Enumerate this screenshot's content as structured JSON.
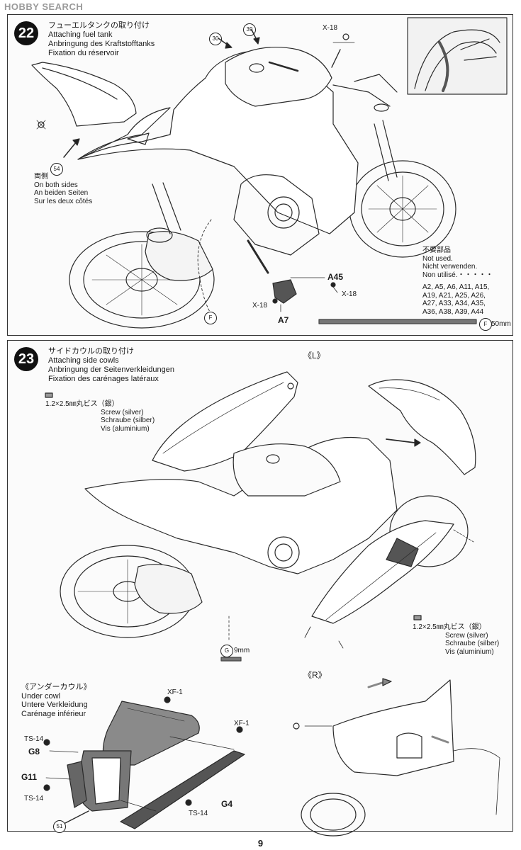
{
  "watermark": "HOBBY SEARCH",
  "step22": {
    "number": "22",
    "title_jp": "フューエルタンクの取り付け",
    "title_en": "Attaching fuel tank",
    "title_de": "Anbringung des Kraftstofftanks",
    "title_fr": "Fixation du réservoir",
    "both_sides_jp": "両側",
    "both_sides_en": "On both sides",
    "both_sides_de": "An beiden Seiten",
    "both_sides_fr": "Sur les deux côtés",
    "parts": {
      "p30": "30",
      "p39": "39",
      "p54": "54",
      "a45": "A45",
      "a7": "A7",
      "x18a": "X-18",
      "x18b": "X-18",
      "x18c": "X-18",
      "f": "F"
    },
    "unused_jp": "不要部品",
    "unused_en": "Not used.",
    "unused_de": "Nicht verwenden.",
    "unused_fr": "Non utilisé.・・・・・",
    "unused_list": [
      "A2, A5, A6, A11, A15,",
      "A19, A21, A25, A26,",
      "A27, A33, A34, A35,",
      "A36, A38, A39, A44"
    ],
    "tape_label": "50mm"
  },
  "step23": {
    "number": "23",
    "title_jp": "サイドカウルの取り付け",
    "title_en": "Attaching side cowls",
    "title_de": "Anbringung der Seitenverkleidungen",
    "title_fr": "Fixation des carénages latéraux",
    "left_tag": "《L》",
    "right_tag": "《R》",
    "screw_jp": "1.2×2.5㎜丸ビス（銀）",
    "screw_en": "Screw (silver)",
    "screw_de": "Schraube (silber)",
    "screw_fr": "Vis (aluminium)",
    "tape_label": "9mm",
    "tape_part": "G",
    "under_jp": "《アンダーカウル》",
    "under_en": "Under cowl",
    "under_de": "Untere Verkleidung",
    "under_fr": "Carénage inférieur",
    "parts": {
      "xf1a": "XF-1",
      "xf1b": "XF-1",
      "ts14a": "TS-14",
      "ts14b": "TS-14",
      "ts14c": "TS-14",
      "g8": "G8",
      "g11": "G11",
      "g4": "G4",
      "p51": "51"
    }
  },
  "page_number": "9"
}
